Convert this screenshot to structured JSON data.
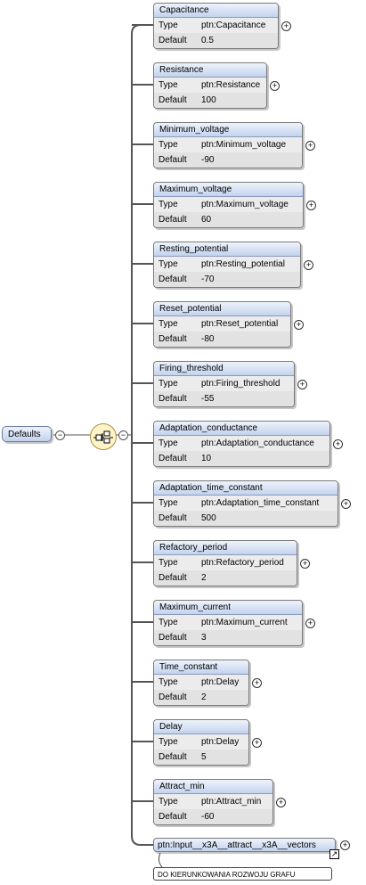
{
  "root": {
    "label": "Defaults"
  },
  "labels": {
    "type": "Type",
    "default": "Default"
  },
  "symbols": {
    "expand": "+",
    "collapse": "−",
    "link": "↗"
  },
  "elements": [
    {
      "name": "Capacitance",
      "type": "ptn:Capacitance",
      "default": "0.5"
    },
    {
      "name": "Resistance",
      "type": "ptn:Resistance",
      "default": "100"
    },
    {
      "name": "Minimum_voltage",
      "type": "ptn:Minimum_voltage",
      "default": "-90"
    },
    {
      "name": "Maximum_voltage",
      "type": "ptn:Maximum_voltage",
      "default": "60"
    },
    {
      "name": "Resting_potential",
      "type": "ptn:Resting_potential",
      "default": "-70"
    },
    {
      "name": "Reset_potential",
      "type": "ptn:Reset_potential",
      "default": "-80"
    },
    {
      "name": "Firing_threshold",
      "type": "ptn:Firing_threshold",
      "default": "-55"
    },
    {
      "name": "Adaptation_conductance",
      "type": "ptn:Adaptation_conductance",
      "default": "10"
    },
    {
      "name": "Adaptation_time_constant",
      "type": "ptn:Adaptation_time_constant",
      "default": "500"
    },
    {
      "name": "Refactory_period",
      "type": "ptn:Refactory_period",
      "default": "2"
    },
    {
      "name": "Maximum_current",
      "type": "ptn:Maximum_current",
      "default": "3"
    },
    {
      "name": "Time_constant",
      "type": "ptn:Delay",
      "default": "2"
    },
    {
      "name": "Delay",
      "type": "ptn:Delay",
      "default": "5"
    },
    {
      "name": "Attract_min",
      "type": "ptn:Attract_min",
      "default": "-60"
    }
  ],
  "reference": {
    "name": "ptn:Input__x3A__attract__x3A__vectors"
  },
  "annotation": {
    "text": "DO KIERUNKOWANIA ROZWOJU GRAFU"
  }
}
